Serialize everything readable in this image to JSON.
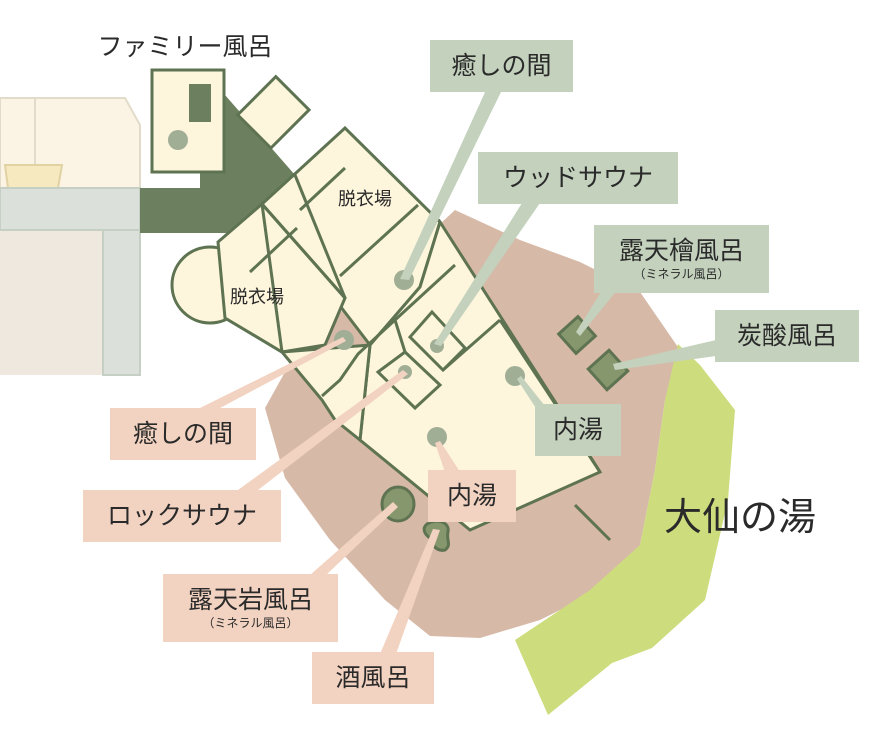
{
  "labels": {
    "family_bath": "ファミリー風呂",
    "iyashi_top": "癒しの間",
    "wood_sauna": "ウッドサウナ",
    "hinoki_bath": "露天檜風呂",
    "hinoki_sub": "（ミネラル風呂）",
    "carbonated_bath": "炭酸風呂",
    "dressing_room_1": "脱衣場",
    "dressing_room_2": "脱衣場",
    "indoor_bath_right": "内湯",
    "iyashi_left": "癒しの間",
    "rock_sauna": "ロックサウナ",
    "indoor_bath_center": "内湯",
    "rock_bath": "露天岩風呂",
    "rock_sub": "（ミネラル風呂）",
    "sake_bath": "酒風呂",
    "area_name": "大仙の湯"
  },
  "colors": {
    "green_label": "#c3d1bd",
    "pink_label": "#f2d2c0",
    "building": "#fdf5dc",
    "outline": "#5e7352",
    "outdoor_area": "#d7b9a8",
    "lawn": "#cddc7c",
    "corridor": "#6c8060"
  }
}
